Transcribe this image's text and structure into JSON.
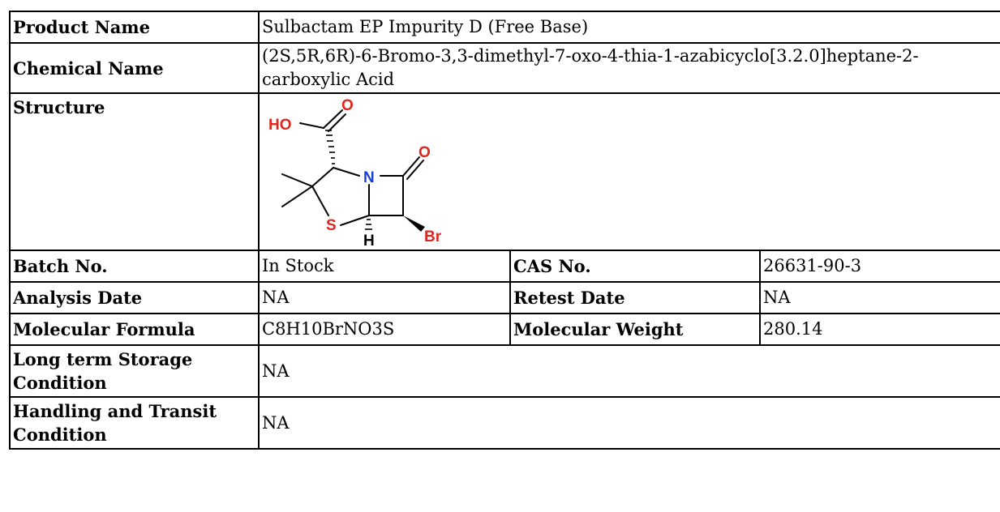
{
  "rows": {
    "product_name": {
      "label": "Product Name",
      "value": "Sulbactam EP Impurity D (Free Base)"
    },
    "chemical_name": {
      "label": "Chemical Name",
      "value": "(2S,5R,6R)-6-Bromo-3,3-dimethyl-7-oxo-4-thia-1-azabicyclo[3.2.0]heptane-2-carboxylic Acid"
    },
    "structure": {
      "label": "Structure",
      "atoms": {
        "hydroxyl": "HO",
        "carbonyl_oxygen_acid": "O",
        "carbonyl_oxygen_lactam": "O",
        "nitrogen": "N",
        "sulfur": "S",
        "hydrogen": "H",
        "bromine": "Br"
      }
    },
    "batch_no": {
      "label": "Batch No.",
      "value": "In Stock"
    },
    "cas_no": {
      "label": "CAS No.",
      "value": "26631-90-3"
    },
    "analysis_date": {
      "label": "Analysis Date",
      "value": "NA"
    },
    "retest_date": {
      "label": "Retest Date",
      "value": "NA"
    },
    "molecular_formula": {
      "label": "Molecular Formula",
      "value": "C8H10BrNO3S"
    },
    "molecular_weight": {
      "label": "Molecular Weight",
      "value": "280.14"
    },
    "storage_condition": {
      "label": "Long term Storage Condition",
      "value": "NA"
    },
    "handling_condition": {
      "label": "Handling and Transit Condition",
      "value": "NA"
    }
  },
  "colors": {
    "border": "#000000",
    "text": "#000000",
    "oxygen": "#e0241e",
    "nitrogen": "#1a3fd6",
    "sulfur": "#e0241e",
    "bromine": "#e0241e"
  }
}
